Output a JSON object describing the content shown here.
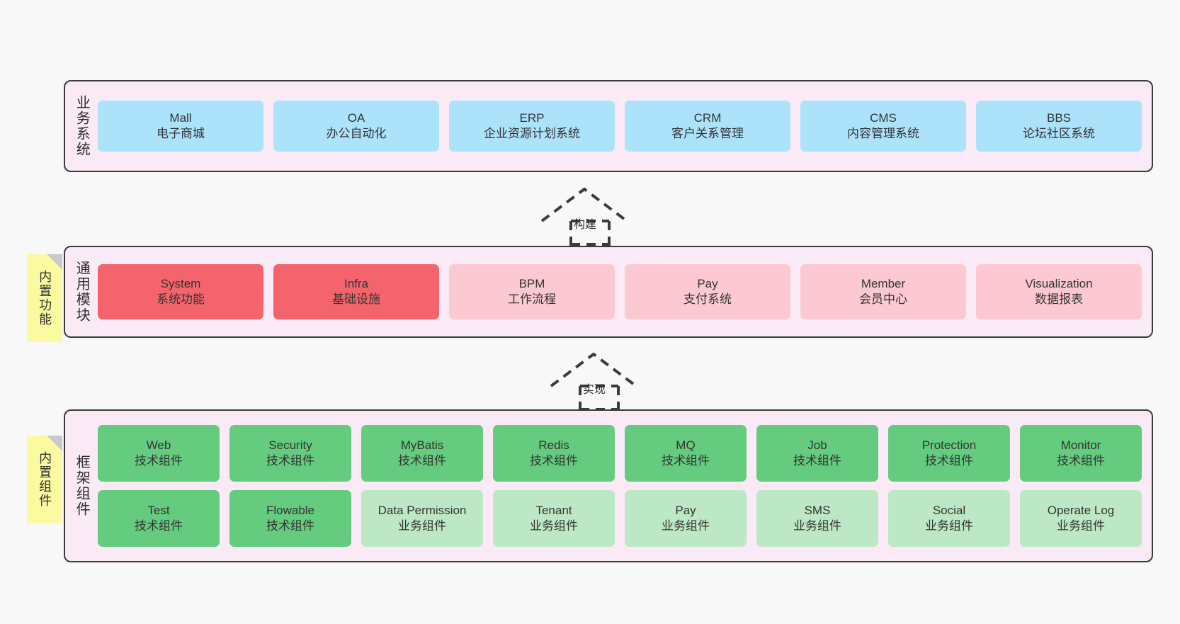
{
  "palette": {
    "canvas": "#f8f8f8",
    "layer_bg": "#f9eaf5",
    "layer_border": "#3b3b3b",
    "note_bg": "#fcfaa0",
    "blue": "#ace3fb",
    "red": "#f4646c",
    "pink": "#fcc9d2",
    "green": "#64cb7f",
    "light_green": "#bde8c6"
  },
  "layers": [
    {
      "id": "business-systems",
      "title": "业务系统",
      "note": null,
      "rows": [
        {
          "cells": [
            {
              "name": "mall",
              "title": "Mall",
              "subtitle": "电子商城",
              "color": "blue"
            },
            {
              "name": "oa",
              "title": "OA",
              "subtitle": "办公自动化",
              "color": "blue"
            },
            {
              "name": "erp",
              "title": "ERP",
              "subtitle": "企业资源计划系统",
              "color": "blue"
            },
            {
              "name": "crm",
              "title": "CRM",
              "subtitle": "客户关系管理",
              "color": "blue"
            },
            {
              "name": "cms",
              "title": "CMS",
              "subtitle": "内容管理系统",
              "color": "blue"
            },
            {
              "name": "bbs",
              "title": "BBS",
              "subtitle": "论坛社区系统",
              "color": "blue"
            }
          ]
        }
      ]
    },
    {
      "id": "common-modules",
      "title": "通用模块",
      "note": "内置功能",
      "rows": [
        {
          "cells": [
            {
              "name": "system",
              "title": "System",
              "subtitle": "系统功能",
              "color": "red"
            },
            {
              "name": "infra",
              "title": "Infra",
              "subtitle": "基础设施",
              "color": "red"
            },
            {
              "name": "bpm",
              "title": "BPM",
              "subtitle": "工作流程",
              "color": "pink"
            },
            {
              "name": "pay",
              "title": "Pay",
              "subtitle": "支付系统",
              "color": "pink"
            },
            {
              "name": "member",
              "title": "Member",
              "subtitle": "会员中心",
              "color": "pink"
            },
            {
              "name": "visualization",
              "title": "Visualization",
              "subtitle": "数据报表",
              "color": "pink"
            }
          ]
        }
      ]
    },
    {
      "id": "framework-components",
      "title": "框架组件",
      "note": "内置组件",
      "rows": [
        {
          "cells": [
            {
              "name": "web",
              "title": "Web",
              "subtitle": "技术组件",
              "color": "green"
            },
            {
              "name": "security",
              "title": "Security",
              "subtitle": "技术组件",
              "color": "green"
            },
            {
              "name": "mybatis",
              "title": "MyBatis",
              "subtitle": "技术组件",
              "color": "green"
            },
            {
              "name": "redis",
              "title": "Redis",
              "subtitle": "技术组件",
              "color": "green"
            },
            {
              "name": "mq",
              "title": "MQ",
              "subtitle": "技术组件",
              "color": "green"
            },
            {
              "name": "job",
              "title": "Job",
              "subtitle": "技术组件",
              "color": "green"
            },
            {
              "name": "protection",
              "title": "Protection",
              "subtitle": "技术组件",
              "color": "green"
            },
            {
              "name": "monitor",
              "title": "Monitor",
              "subtitle": "技术组件",
              "color": "green"
            }
          ]
        },
        {
          "cells": [
            {
              "name": "test",
              "title": "Test",
              "subtitle": "技术组件",
              "color": "green"
            },
            {
              "name": "flowable",
              "title": "Flowable",
              "subtitle": "技术组件",
              "color": "green"
            },
            {
              "name": "data-permission",
              "title": "Data Permission",
              "subtitle": "业务组件",
              "color": "light_green"
            },
            {
              "name": "tenant",
              "title": "Tenant",
              "subtitle": "业务组件",
              "color": "light_green"
            },
            {
              "name": "pay",
              "title": "Pay",
              "subtitle": "业务组件",
              "color": "light_green"
            },
            {
              "name": "sms",
              "title": "SMS",
              "subtitle": "业务组件",
              "color": "light_green"
            },
            {
              "name": "social",
              "title": "Social",
              "subtitle": "业务组件",
              "color": "light_green"
            },
            {
              "name": "operate-log",
              "title": "Operate Log",
              "subtitle": "业务组件",
              "color": "light_green"
            }
          ]
        }
      ]
    }
  ],
  "arrows": [
    {
      "id": "build",
      "label": "构建",
      "from": "common-modules",
      "to": "business-systems"
    },
    {
      "id": "implement",
      "label": "实现",
      "from": "framework-components",
      "to": "common-modules"
    }
  ]
}
